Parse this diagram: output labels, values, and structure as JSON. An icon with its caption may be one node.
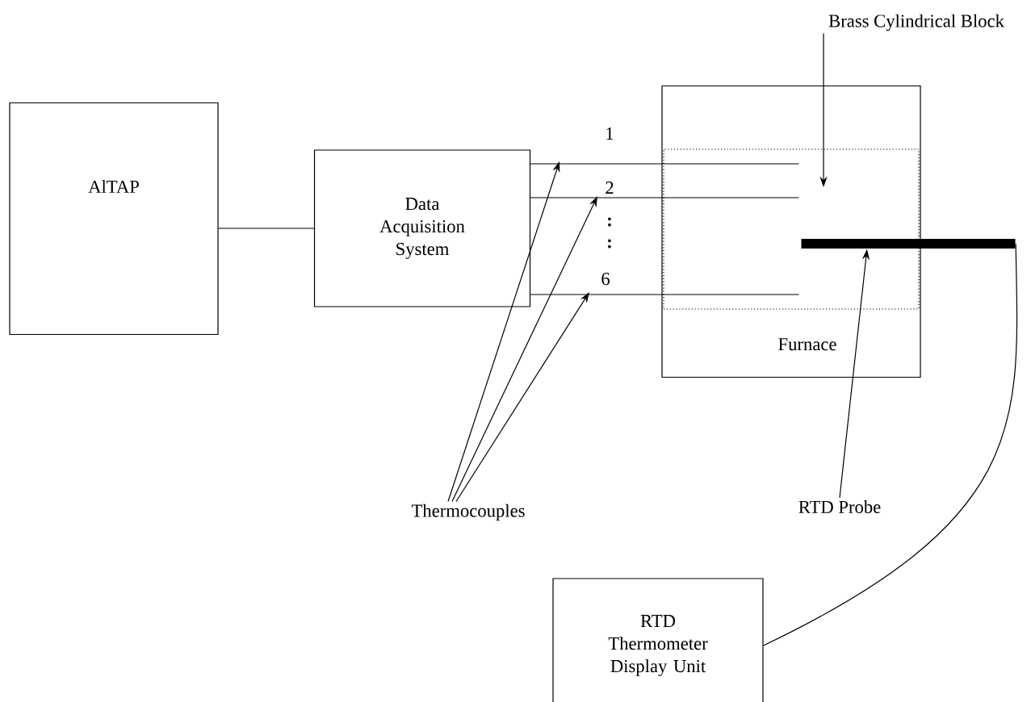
{
  "diagram": {
    "nodes": [
      {
        "text": [
          "AlTAP"
        ]
      },
      {
        "text": [
          "Data Acquisition System"
        ]
      },
      {
        "text": [
          "Furnace"
        ]
      },
      {
        "text": [],
        "shape": "box",
        "in": 2
      },
      {
        "text": [
          "Brass Cylindrical Block"
        ]
      },
      {
        "text": [],
        "shape": "bar"
      },
      {
        "text": [
          "Thermocouples"
        ]
      },
      {
        "text": [
          "RTD Probe"
        ]
      },
      {
        "text": [
          "RTD Thermometer Display Unit"
        ]
      }
    ],
    "edges": [
      {
        "from": 0,
        "to": 1,
        "arrow": "none"
      },
      {
        "from": 1,
        "to": 3,
        "arrow": "none",
        "label": "1"
      },
      {
        "from": 1,
        "to": 3,
        "arrow": "none",
        "label": "2"
      },
      {
        "from": 1,
        "to": 3,
        "arrow": "none",
        "label": "6"
      },
      {
        "from": 4,
        "to": 3,
        "arrow": "to"
      },
      {
        "from": 6,
        "to": null,
        "arrow": "to"
      },
      {
        "from": 6,
        "to": null,
        "arrow": "to"
      },
      {
        "from": 6,
        "to": null,
        "arrow": "to"
      },
      {
        "from": 7,
        "to": 5,
        "arrow": "to"
      },
      {
        "from": 5,
        "to": 8,
        "arrow": "none"
      }
    ],
    "labels": [
      ":",
      ":"
    ]
  }
}
